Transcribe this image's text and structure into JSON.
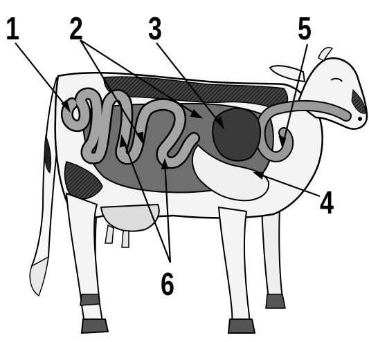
{
  "labels": [
    {
      "id": "n1",
      "text": "1"
    },
    {
      "id": "n2",
      "text": "2"
    },
    {
      "id": "n3",
      "text": "3"
    },
    {
      "id": "n4",
      "text": "4"
    },
    {
      "id": "n5",
      "text": "5"
    },
    {
      "id": "n6",
      "text": "6"
    }
  ],
  "colors": {
    "outline": "#000000",
    "cow_body": "#f4f4f4",
    "hide_patch": "#2a2a2a",
    "intestine": "#9a9a9a",
    "abdomen": "#6f6f6f",
    "rumen_dark": "#3a3a3a",
    "abomasum_light": "#f0f0f0"
  }
}
